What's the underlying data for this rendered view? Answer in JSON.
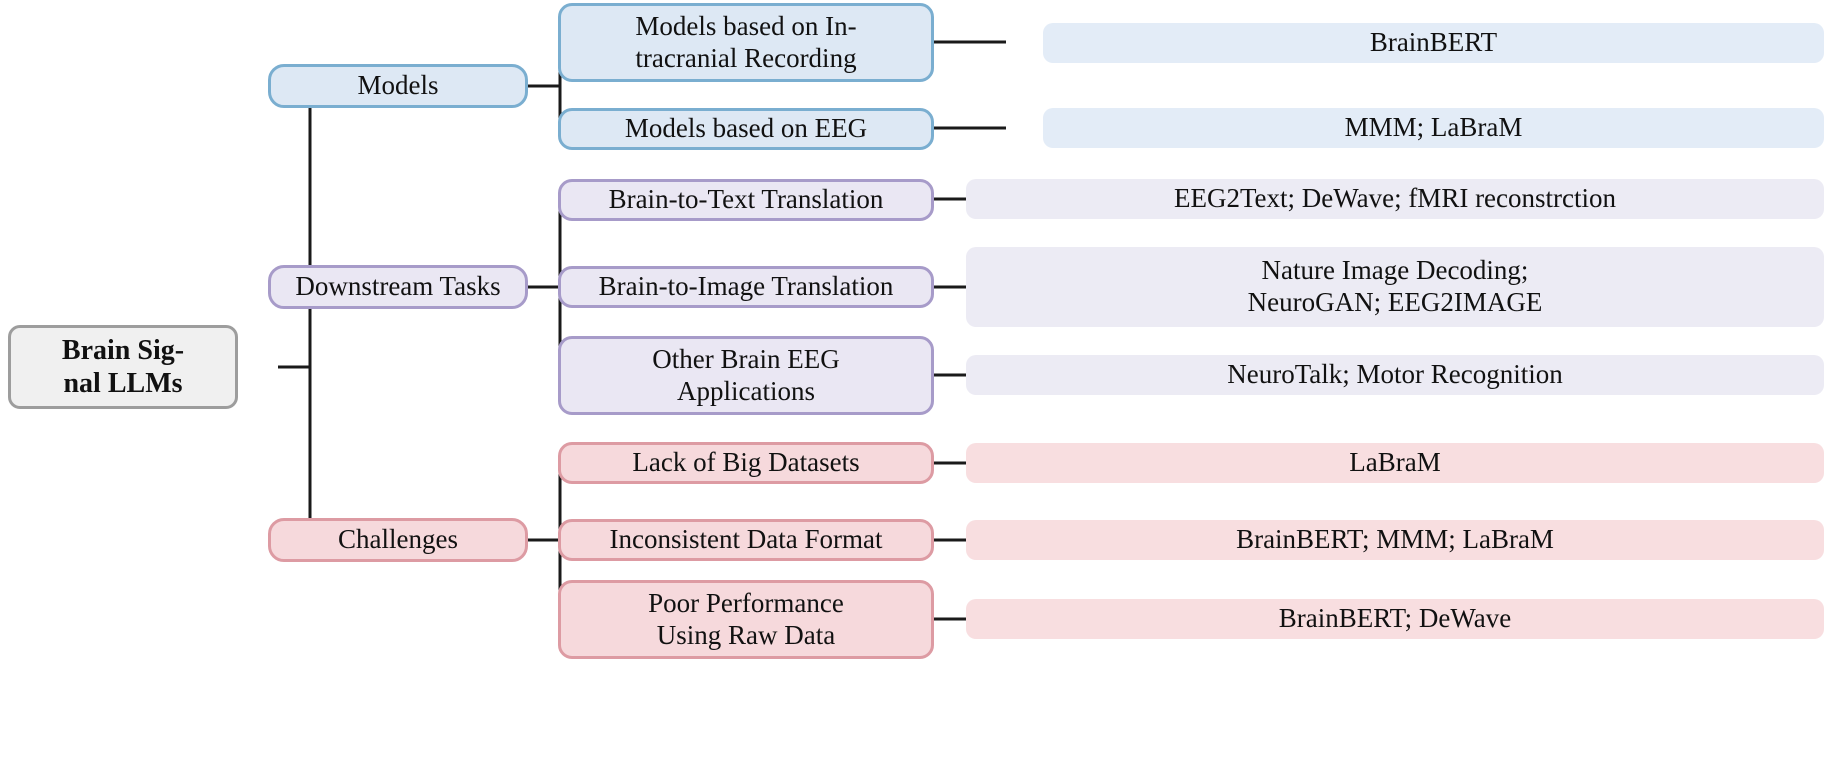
{
  "diagram": {
    "title": "Brain Signal LLMs taxonomy mind map",
    "root": {
      "label": "Brain Sig-\nnal LLMs",
      "fill": "#f0f0f0",
      "stroke": "#9d9d9d"
    },
    "connector_color": "#1a1a1a",
    "branches": [
      {
        "id": "models",
        "label": "Models",
        "fill": "#dde8f4",
        "stroke": "#7aaed0",
        "leaf_fill": "#e3ecf7",
        "children": [
          {
            "label": "Models based on In-\ntracranial Recording",
            "examples": "BrainBERT"
          },
          {
            "label": "Models based on EEG",
            "examples": "MMM; LaBraM"
          }
        ]
      },
      {
        "id": "downstream-tasks",
        "label": "Downstream Tasks",
        "fill": "#eae7f3",
        "stroke": "#a79bc9",
        "leaf_fill": "#ecebf4",
        "children": [
          {
            "label": "Brain-to-Text Translation",
            "examples": "EEG2Text; DeWave; fMRI reconstrction"
          },
          {
            "label": "Brain-to-Image Translation",
            "examples": "Nature Image Decoding;\nNeuroGAN; EEG2IMAGE"
          },
          {
            "label": "Other Brain EEG\nApplications",
            "examples": "NeuroTalk; Motor Recognition"
          }
        ]
      },
      {
        "id": "challenges",
        "label": "Challenges",
        "fill": "#f6d9dc",
        "stroke": "#dd9ba3",
        "leaf_fill": "#f8dee0",
        "children": [
          {
            "label": "Lack of Big Datasets",
            "examples": "LaBraM"
          },
          {
            "label": "Inconsistent Data Format",
            "examples": "BrainBERT; MMM; LaBraM"
          },
          {
            "label": "Poor Performance\nUsing Raw Data",
            "examples": "BrainBERT; DeWave"
          }
        ]
      }
    ]
  }
}
